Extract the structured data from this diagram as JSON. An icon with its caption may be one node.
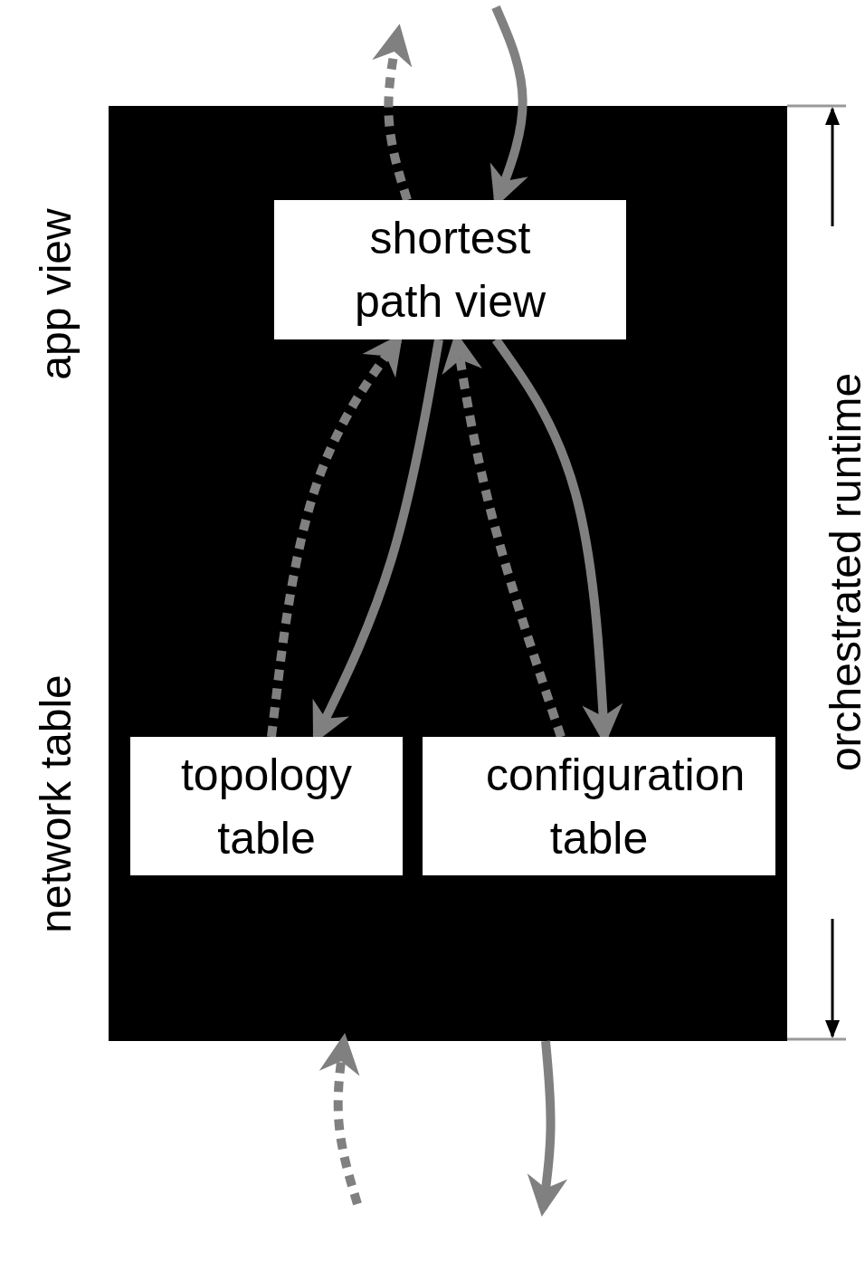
{
  "diagram": {
    "nodes": [
      {
        "text": [],
        "shape": "box"
      },
      {
        "text": [
          "shortest path view"
        ],
        "in": 0
      },
      {
        "text": [
          "topology table"
        ],
        "in": 0
      },
      {
        "text": [
          "configuration table"
        ],
        "in": 0
      }
    ],
    "edges": [
      {
        "from": 1,
        "to": null,
        "arrow": "to",
        "style": "dashed"
      },
      {
        "from": null,
        "to": 1,
        "arrow": "to"
      },
      {
        "from": 2,
        "to": 1,
        "arrow": "to",
        "style": "dashed"
      },
      {
        "from": 1,
        "to": 2,
        "arrow": "to"
      },
      {
        "from": 3,
        "to": 1,
        "arrow": "to",
        "style": "dashed"
      },
      {
        "from": 1,
        "to": 3,
        "arrow": "to"
      },
      {
        "from": null,
        "to": 0,
        "arrow": "to",
        "style": "dashed"
      },
      {
        "from": 0,
        "to": null,
        "arrow": "to"
      }
    ],
    "labels": [
      "app view",
      "network table",
      "orchestrated runtime"
    ]
  }
}
